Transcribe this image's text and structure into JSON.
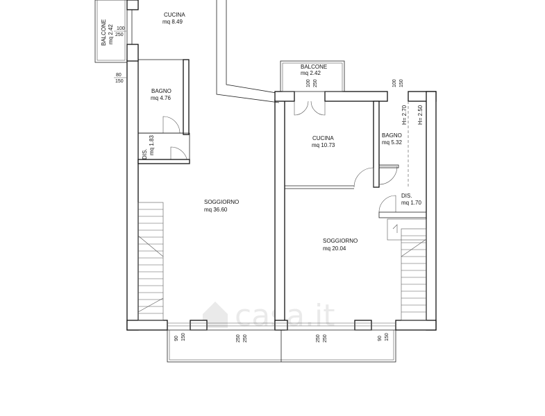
{
  "rooms": {
    "cucina_left": {
      "name": "CUCINA",
      "area": "mq 8.49"
    },
    "balcone_left": {
      "name": "BALCONE",
      "area": "mq 2.42"
    },
    "bagno_left": {
      "name": "BAGNO",
      "area": "mq 4.76"
    },
    "dis_left": {
      "name": "DIS.",
      "area": "mq 1.83"
    },
    "soggiorno_left": {
      "name": "SOGGIORNO",
      "area": "mq 36.60"
    },
    "balcone_right": {
      "name": "BALCONE",
      "area": "mq 2.42"
    },
    "cucina_right": {
      "name": "CUCINA",
      "area": "mq 10.73"
    },
    "bagno_right": {
      "name": "BAGNO",
      "area": "mq 5.32"
    },
    "dis_right": {
      "name": "DIS.",
      "area": "mq 1.70"
    },
    "soggiorno_right": {
      "name": "SOGGIORNO",
      "area": "mq 20.04"
    }
  },
  "heights": {
    "h1": "H= 2.70",
    "h2": "H= 2.50"
  },
  "openings": {
    "balc_left_top": "100",
    "balc_left_bot": "250",
    "bagno_left_top": "80",
    "bagno_left_bot": "150",
    "balc_right_top": "100",
    "balc_right_bot": "250",
    "bagno_right_top": "100",
    "bagno_right_bot": "150",
    "b1_top": "90",
    "b1_bot": "150",
    "b2_top": "250",
    "b2_bot": "250",
    "b3_top": "250",
    "b3_bot": "250",
    "b4_top": "90",
    "b4_bot": "150"
  },
  "watermark": "casa.it"
}
